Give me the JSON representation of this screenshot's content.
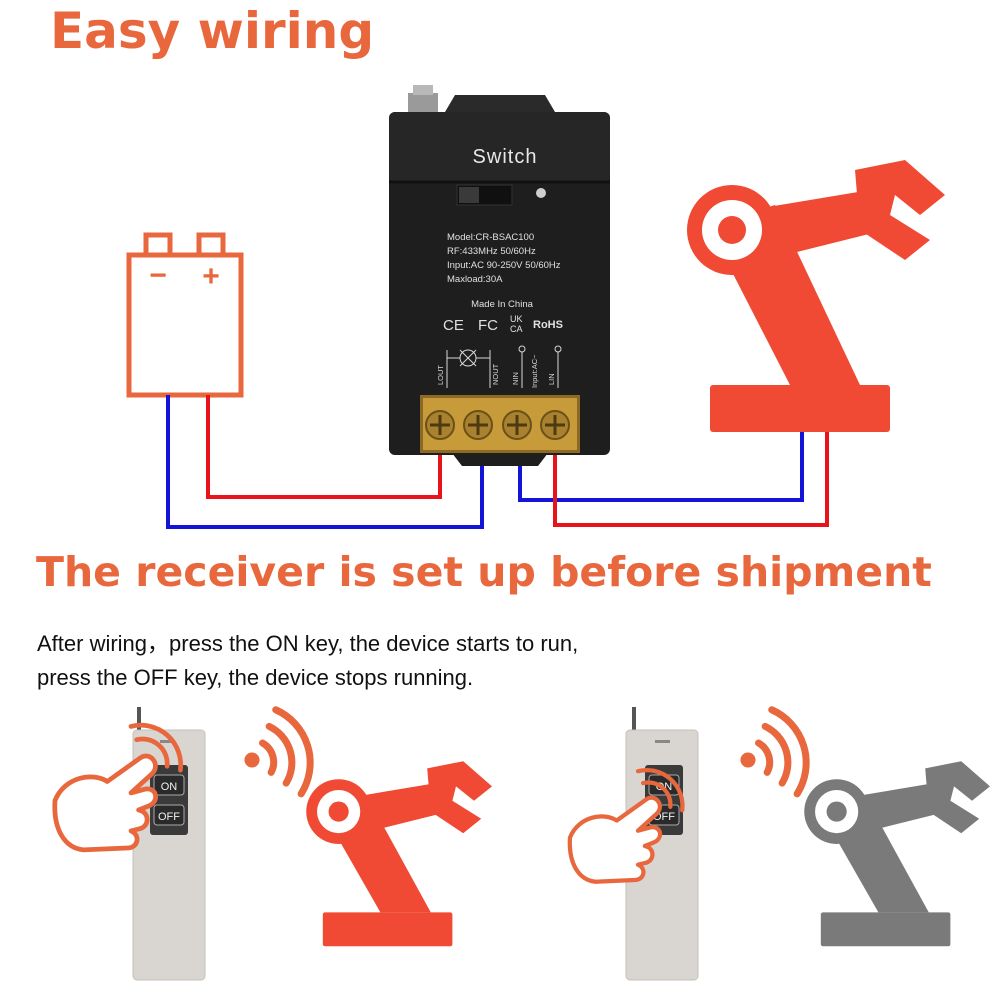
{
  "colors": {
    "accent": "#e8673c",
    "robot_active": "#f04a34",
    "robot_inactive": "#7a7a7a",
    "wire_red": "#e8141c",
    "wire_blue": "#1414d8",
    "device_body": "#1e1e1e",
    "remote_body": "#d9d6d1",
    "terminal_brass": "#c79a3a"
  },
  "headings": {
    "title": "Easy wiring",
    "subtitle": "The receiver is set up before shipment"
  },
  "description": {
    "line1": "After wiring，press the ON key, the device starts to run,",
    "line2": "press the OFF key, the device stops running."
  },
  "device": {
    "name": "Switch",
    "model": "Model:CR-BSAC100",
    "rf": "RF:433MHz 50/60Hz",
    "input": "Input:AC 90-250V 50/60Hz",
    "maxload": "Maxload:30A",
    "origin": "Made In China",
    "cert_ce": "CE",
    "cert_fc": "FC",
    "cert_ukca_top": "UK",
    "cert_ukca_bottom": "CA",
    "cert_rohs": "RoHS",
    "terminal_lout": "LOUT",
    "terminal_nout": "NOUT",
    "terminal_nin": "NIN",
    "terminal_input": "Input:AC~",
    "terminal_lin": "LIN"
  },
  "battery": {
    "minus": "−",
    "plus": "+"
  },
  "remotes": [
    {
      "on_label": "ON",
      "off_label": "OFF",
      "pressed": "ON",
      "robot_state": "running"
    },
    {
      "on_label": "ON",
      "off_label": "OFF",
      "pressed": "OFF",
      "robot_state": "stopped"
    }
  ],
  "icons": [
    "battery-icon",
    "robot-arm-icon",
    "wireless-signal-icon",
    "hand-press-icon",
    "remote-control-icon",
    "antenna-icon"
  ]
}
